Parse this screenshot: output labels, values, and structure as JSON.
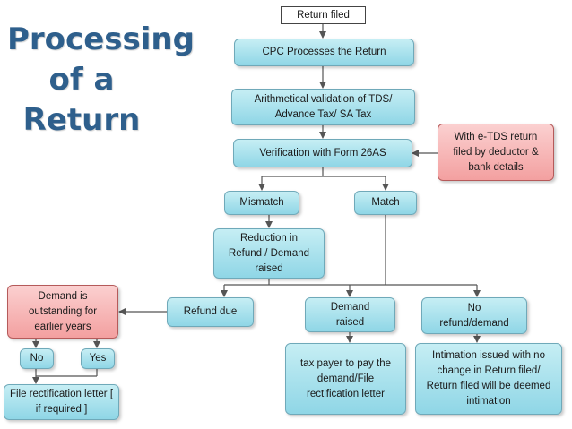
{
  "title": [
    "Processing",
    "of a",
    "Return"
  ],
  "nodes": {
    "return_filed": "Return filed",
    "cpc_processes": "CPC Processes the Return",
    "arith_validation": "Arithmetical validation of  TDS/ Advance Tax/ SA Tax",
    "verification": "Verification with Form 26AS",
    "etds_note": "With e-TDS return filed by deductor & bank details",
    "mismatch": "Mismatch",
    "match": "Match",
    "reduction": "Reduction in Refund / Demand raised",
    "refund_due": "Refund due",
    "demand_raised": "Demand raised",
    "no_refund": "No refund/demand",
    "demand_outstanding": "Demand is outstanding for earlier years",
    "no": "No",
    "yes": "Yes",
    "file_rectification": "File rectification letter [ if required ]",
    "tax_payer": "tax payer to pay the demand/File rectification letter",
    "intimation": "Intimation issued with no change in Return filed/ Return filed will be deemed intimation"
  },
  "colors": {
    "title": "#2e5f8c",
    "teal_box": "#a9e1ee",
    "pink_box": "#f7b6b6",
    "line": "#555555"
  }
}
